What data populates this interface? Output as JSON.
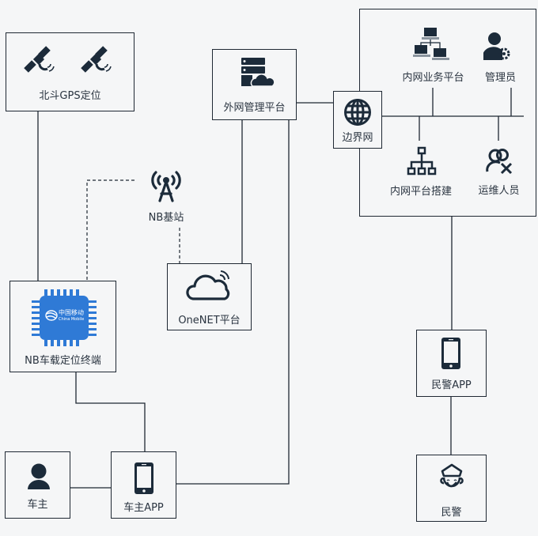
{
  "nodes": {
    "gps": "北斗GPS定位",
    "external_platform": "外网管理平台",
    "border_network": "边界网",
    "intranet_business": "内网业务平台",
    "admin": "管理员",
    "intranet_build": "内网平台搭建",
    "ops": "运维人员",
    "nb_station": "NB基站",
    "onenet": "OneNET平台",
    "nb_terminal": "NB车载定位终端",
    "owner": "车主",
    "owner_app": "车主APP",
    "police_app": "民警APP",
    "police": "民警"
  },
  "chip_logo": {
    "cn": "中国移动",
    "en": "China Mobile"
  },
  "colors": {
    "line": "#1f2833",
    "icon": "#1c2b3a",
    "chip": "#2f7ad6",
    "background": "#f5f6f7"
  }
}
